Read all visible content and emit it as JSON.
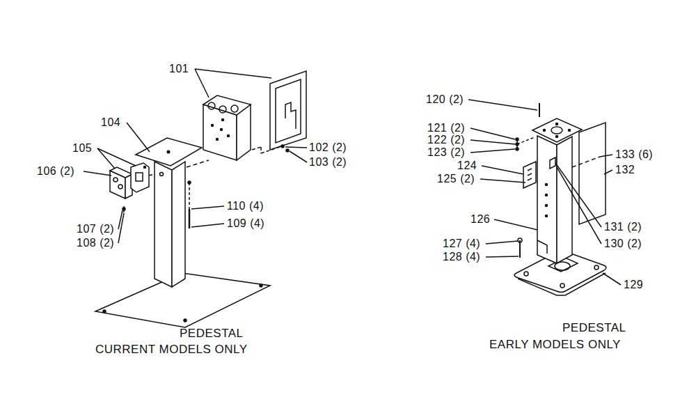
{
  "diagram": {
    "labels": [
      "101",
      "104",
      "105",
      "106 (2)",
      "107 (2)",
      "108 (2)",
      "110 (4)",
      "109 (4)",
      "102 (2)",
      "103 (2)",
      "PEDESTAL",
      "CURRENT MODELS ONLY",
      "120 (2)",
      "121 (2)",
      "122 (2)",
      "123 (2)",
      "124",
      "125 (2)",
      "126",
      "127 (4)",
      "128 (4)",
      "133 (6)",
      "132",
      "131 (2)",
      "130 (2)",
      "129",
      "PEDESTAL",
      "EARLY MODELS ONLY"
    ]
  }
}
